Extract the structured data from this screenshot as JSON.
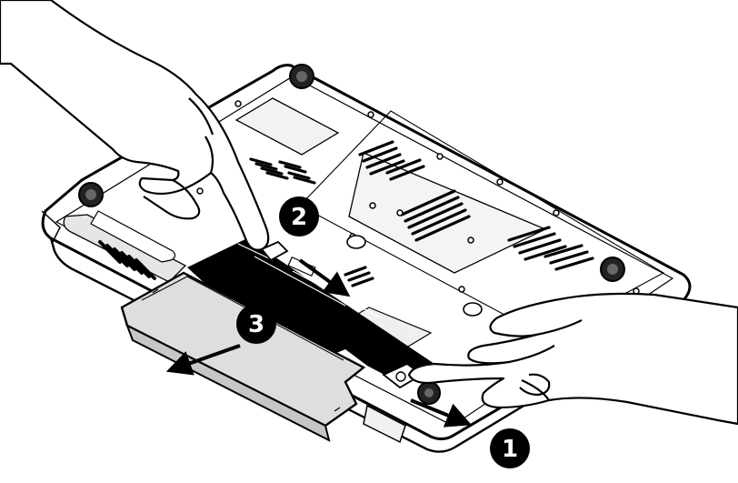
{
  "diagram": {
    "steps": [
      {
        "label": "1"
      },
      {
        "label": "2"
      },
      {
        "label": "3"
      }
    ]
  },
  "colors": {
    "ink": "#000000",
    "paper": "#ffffff",
    "panel_gray": "#e9e9e9",
    "battery_gray": "#d9d9d9"
  }
}
